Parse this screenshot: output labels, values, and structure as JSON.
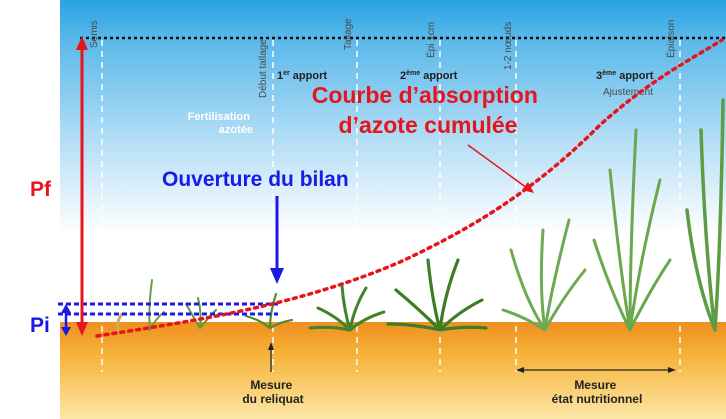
{
  "stages": [
    "Semis",
    "Début tallage",
    "Tallage",
    "Épi 1cm",
    "1-2 nœuds",
    "Épiaison"
  ],
  "apports": [
    {
      "num": "1",
      "sup": "er",
      "word": " apport"
    },
    {
      "num": "2",
      "sup": "ème",
      "word": " apport"
    },
    {
      "num": "3",
      "sup": "ème",
      "word": " apport"
    }
  ],
  "ajustement": "Ajustement",
  "fertilisation": {
    "line1": "Fertilisation",
    "line2": "azotée"
  },
  "curve_label": {
    "line1": "Courbe d’absorption",
    "line2": "d’azote cumulée"
  },
  "ouverture": "Ouverture du bilan",
  "pf": "Pf",
  "pi": "Pi",
  "mesure_reliquat": {
    "line1": "Mesure",
    "line2": "du reliquat"
  },
  "mesure_etat": {
    "line1": "Mesure",
    "line2": "état nutritionnel"
  },
  "colors": {
    "red": "#e8141c",
    "blue": "#1a1ae6",
    "sky": "#1fa0e0",
    "soil": "#f0a020"
  }
}
